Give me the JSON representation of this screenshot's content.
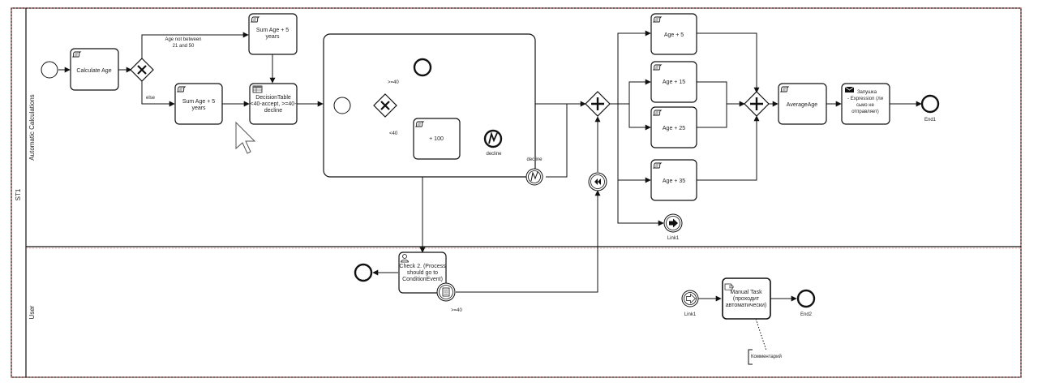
{
  "pool": {
    "name": "ST1"
  },
  "lanes": [
    {
      "id": "auto",
      "name": "Automatic Calculations"
    },
    {
      "id": "user",
      "name": "User"
    }
  ],
  "elements": {
    "calc_age": {
      "label": "Calculate Age"
    },
    "gw_exclusive_1": {
      "out_top": "Age not between\n21 and 50",
      "out_bottom": "else"
    },
    "sum_age_top": {
      "label": "Sum Age + 5\nyears"
    },
    "sum_age_bottom": {
      "label": "Sum Age + 5\nyears"
    },
    "decision_table": {
      "label": "DecisionTable\n<40-accept, >=40-\ndecline"
    },
    "sub_gw_labels": {
      "top": ">=40",
      "bottom": "<40"
    },
    "plus_100": {
      "label": "+ 100"
    },
    "error_end": {
      "label": "decline"
    },
    "boundary_error": {
      "label": "decline"
    },
    "age5": {
      "label": "Age + 5"
    },
    "age15": {
      "label": "Age + 15"
    },
    "age25": {
      "label": "Age + 25"
    },
    "age35": {
      "label": "Age + 35"
    },
    "link_throw": {
      "label": "Link1"
    },
    "average_age": {
      "label": "AverageAge"
    },
    "send_task": {
      "label": "Запушка\n- Expression (ли\nсьмо не\nотправляет)"
    },
    "end1": {
      "label": "End1"
    },
    "check2": {
      "label": "Check 2. (Process\nshould go to\nConditionEvent)"
    },
    "cond_label": {
      "label": ">=40"
    },
    "link_catch": {
      "label": "Link1"
    },
    "manual_task": {
      "label": "Manual Task\n(проходит\nавтоматически)"
    },
    "end2": {
      "label": "End2"
    },
    "annotation": {
      "label": "Комментарий"
    }
  },
  "colors": {
    "stroke": "#111111",
    "selection": "#e05a5a",
    "text": "#222222"
  }
}
